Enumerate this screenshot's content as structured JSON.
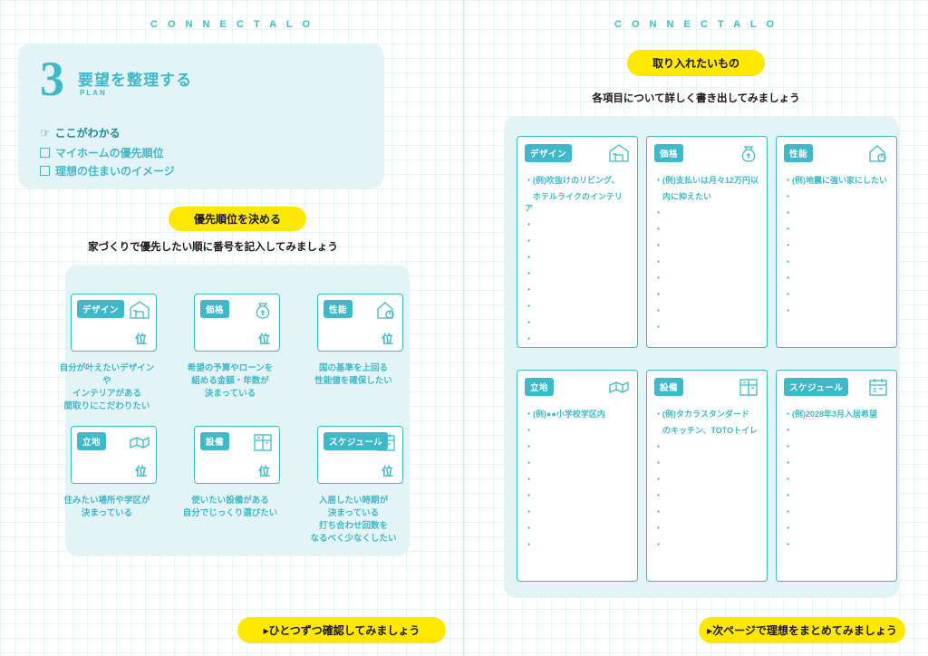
{
  "brand": "C O N N E C T A L O",
  "left": {
    "step_number": "3",
    "title": "要望を整理する",
    "plan_label": "PLAN",
    "here_label": "ここがわかる",
    "here_icon": "pointing-hand-icon",
    "checks": [
      "マイホームの優先順位",
      "理想の住まいのイメージ"
    ],
    "pill": "優先順位を決める",
    "instruction": "家づくりで優先したい順に番号を記入してみましょう",
    "unit": "位",
    "cards": [
      {
        "label": "デザイン",
        "icon": "house-plan-icon",
        "desc": "自分が叶えたいデザインや\nインテリアがある\n間取りにこだわりたい"
      },
      {
        "label": "価格",
        "icon": "money-bag-icon",
        "desc": "希望の予算やローンを\n組める金額・年数が\n決まっている"
      },
      {
        "label": "性能",
        "icon": "thermometer-house-icon",
        "desc": "国の基準を上回る\n性能値を確保したい"
      },
      {
        "label": "立地",
        "icon": "map-pin-icon",
        "desc": "住みたい場所や学区が\n決まっている"
      },
      {
        "label": "設備",
        "icon": "kitchen-icon",
        "desc": "使いたい設備がある\n自分でじっくり選びたい"
      },
      {
        "label": "スケジュール",
        "icon": "calendar-icon",
        "desc": "入居したい時期が\n決まっている\n打ち合わせ回数を\nなるべく少なくしたい"
      }
    ],
    "bottom_pill": "▸ひとつずつ確認してみましょう"
  },
  "right": {
    "pill": "取り入れたいもの",
    "instruction": "各項目について詳しく書き出してみましょう",
    "cards": [
      {
        "label": "デザイン",
        "icon": "house-plan-icon",
        "entries": [
          "・(例)吹抜けのリビング、",
          "　ホテルライクのインテリア"
        ]
      },
      {
        "label": "価格",
        "icon": "money-bag-icon",
        "entries": [
          "・(例)支払いは月々12万円以",
          "　内に抑えたい"
        ]
      },
      {
        "label": "性能",
        "icon": "thermometer-house-icon",
        "entries": [
          "・(例)地震に強い家にしたい"
        ]
      },
      {
        "label": "立地",
        "icon": "map-pin-icon",
        "entries": [
          "・(例)●●小学校学区内"
        ]
      },
      {
        "label": "設備",
        "icon": "kitchen-icon",
        "entries": [
          "・(例)タカラスタンダード",
          "　のキッチン、TOTOトイレ"
        ]
      },
      {
        "label": "スケジュール",
        "icon": "calendar-icon",
        "entries": [
          "・(例)2028年3月入居希望"
        ]
      }
    ],
    "blank_bullet": "・",
    "bottom_pill": "▸次ページで理想をまとめてみましょう"
  },
  "colors": {
    "accent": "#3fb9c9",
    "panel": "#e4f3f5",
    "highlight": "#ffe800"
  }
}
